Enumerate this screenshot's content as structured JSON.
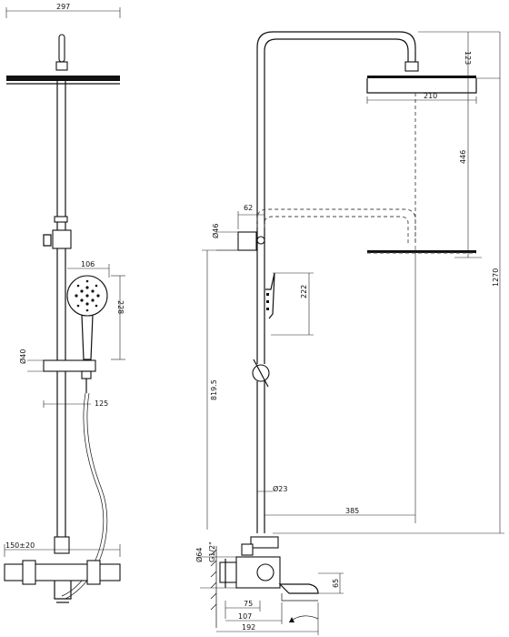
{
  "front_view": {
    "dims": {
      "head_width": "297",
      "handshower_width": "106",
      "handshower_height": "228",
      "holder_dia": "Ø40",
      "holder_depth": "125",
      "inlet_spacing": "150±20"
    }
  },
  "side_view": {
    "dims": {
      "arm_offset": "62",
      "bracket_dia": "Ø46",
      "head_height": "123",
      "head_width": "210",
      "height_446": "446",
      "total_height": "1270",
      "handshower_length": "222",
      "height_819": "819.5",
      "rail_dia": "Ø23",
      "reach": "385",
      "body_dia": "Ø64",
      "thread": "G1/2\"",
      "spout_height": "65",
      "spout_75": "75",
      "spout_107": "107",
      "spout_192": "192"
    }
  }
}
